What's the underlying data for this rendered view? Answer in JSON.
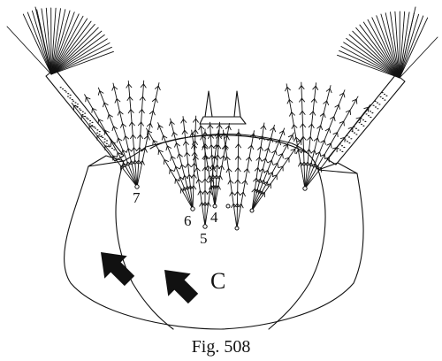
{
  "figure": {
    "caption": "Fig. 508",
    "panel_label": "C",
    "seta_labels": [
      "7",
      "6",
      "4",
      "5"
    ]
  },
  "colors": {
    "ink": "#111111",
    "background": "#ffffff"
  }
}
